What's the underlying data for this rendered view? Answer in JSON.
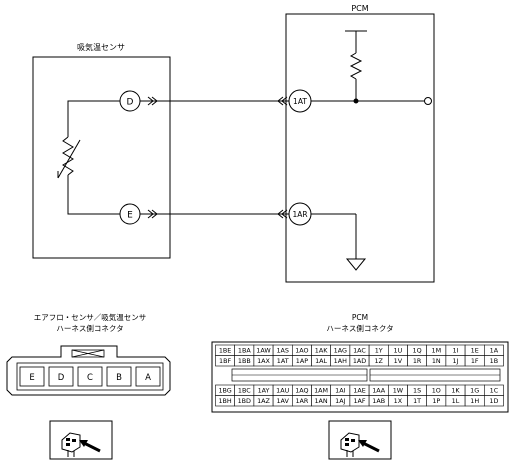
{
  "diagram": {
    "pcm_label": "PCM",
    "sensor_label": "吸気温センサ",
    "sensor_terminals": [
      "D",
      "E"
    ],
    "pcm_terminals": [
      "1AT",
      "1AR"
    ]
  },
  "sensor_connector": {
    "title_line1": "エアフロ・センサ／吸気温センサ",
    "title_line2": "ハーネス側コネクタ",
    "pins": [
      "E",
      "D",
      "C",
      "B",
      "A"
    ]
  },
  "pcm_connector": {
    "title_line1": "PCM",
    "title_line2": "ハーネス側コネクタ",
    "upper_rows": [
      [
        "1BE",
        "1BA",
        "1AW",
        "1AS",
        "1AO",
        "1AK",
        "1AG",
        "1AC",
        "1Y",
        "1U",
        "1Q",
        "1M",
        "1I",
        "1E",
        "1A"
      ],
      [
        "1BF",
        "1BB",
        "1AX",
        "1AT",
        "1AP",
        "1AL",
        "1AH",
        "1AD",
        "1Z",
        "1V",
        "1R",
        "1N",
        "1J",
        "1F",
        "1B"
      ]
    ],
    "lower_rows": [
      [
        "1BG",
        "1BC",
        "1AY",
        "1AU",
        "1AQ",
        "1AM",
        "1AI",
        "1AE",
        "1AA",
        "1W",
        "1S",
        "1O",
        "1K",
        "1G",
        "1C"
      ],
      [
        "1BH",
        "1BD",
        "1AZ",
        "1AV",
        "1AR",
        "1AN",
        "1AJ",
        "1AF",
        "1AB",
        "1X",
        "1T",
        "1P",
        "1L",
        "1H",
        "1D"
      ]
    ]
  },
  "icons": [
    "connector-view-icon",
    "connector-view-icon"
  ]
}
